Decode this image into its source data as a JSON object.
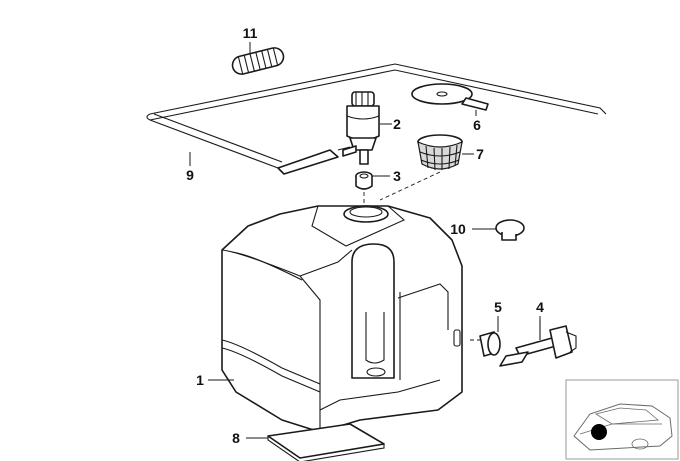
{
  "diagram": {
    "callouts": [
      {
        "id": "1",
        "label": "1"
      },
      {
        "id": "2",
        "label": "2"
      },
      {
        "id": "3",
        "label": "3"
      },
      {
        "id": "4",
        "label": "4"
      },
      {
        "id": "5",
        "label": "5"
      },
      {
        "id": "6",
        "label": "6"
      },
      {
        "id": "7",
        "label": "7"
      },
      {
        "id": "8",
        "label": "8"
      },
      {
        "id": "9",
        "label": "9"
      },
      {
        "id": "10",
        "label": "10"
      },
      {
        "id": "11",
        "label": "11"
      }
    ],
    "inset": {
      "icon": "car-location-icon",
      "marker_color": "#000000"
    }
  },
  "watermark": {
    "text": ""
  }
}
